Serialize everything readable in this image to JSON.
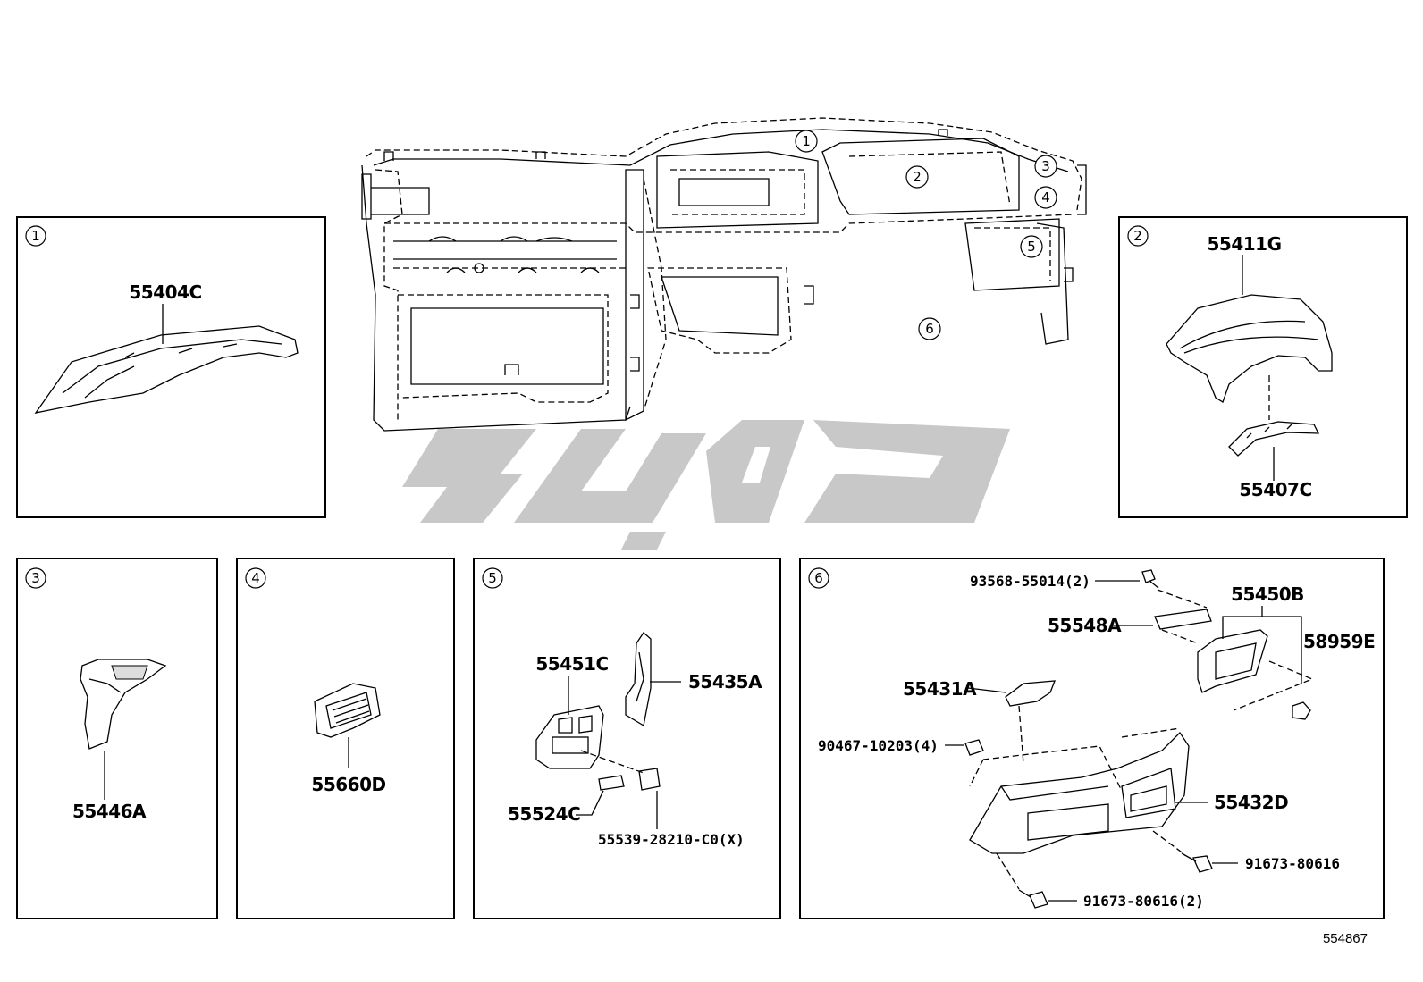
{
  "panels": [
    {
      "index": "1",
      "parts": [
        "55404C"
      ]
    },
    {
      "index": "2",
      "parts": [
        "55411G",
        "55407C"
      ]
    },
    {
      "index": "3",
      "parts": [
        "55446A"
      ]
    },
    {
      "index": "4",
      "parts": [
        "55660D"
      ]
    },
    {
      "index": "5",
      "parts": [
        "55451C",
        "55435A",
        "55524C",
        "55539-28210-C0(X)"
      ]
    },
    {
      "index": "6",
      "parts": [
        "93568-55014(2)",
        "55450B",
        "55548A",
        "58959E",
        "55431A",
        "90467-10203(4)",
        "55432D",
        "91673-80616",
        "91673-80616(2)"
      ]
    }
  ],
  "overview_callouts": [
    "1",
    "2",
    "3",
    "4",
    "5",
    "6"
  ],
  "reference_number": "554867",
  "colors": {
    "line": "#000000",
    "watermark": "#c8c8c8",
    "background": "#ffffff"
  }
}
